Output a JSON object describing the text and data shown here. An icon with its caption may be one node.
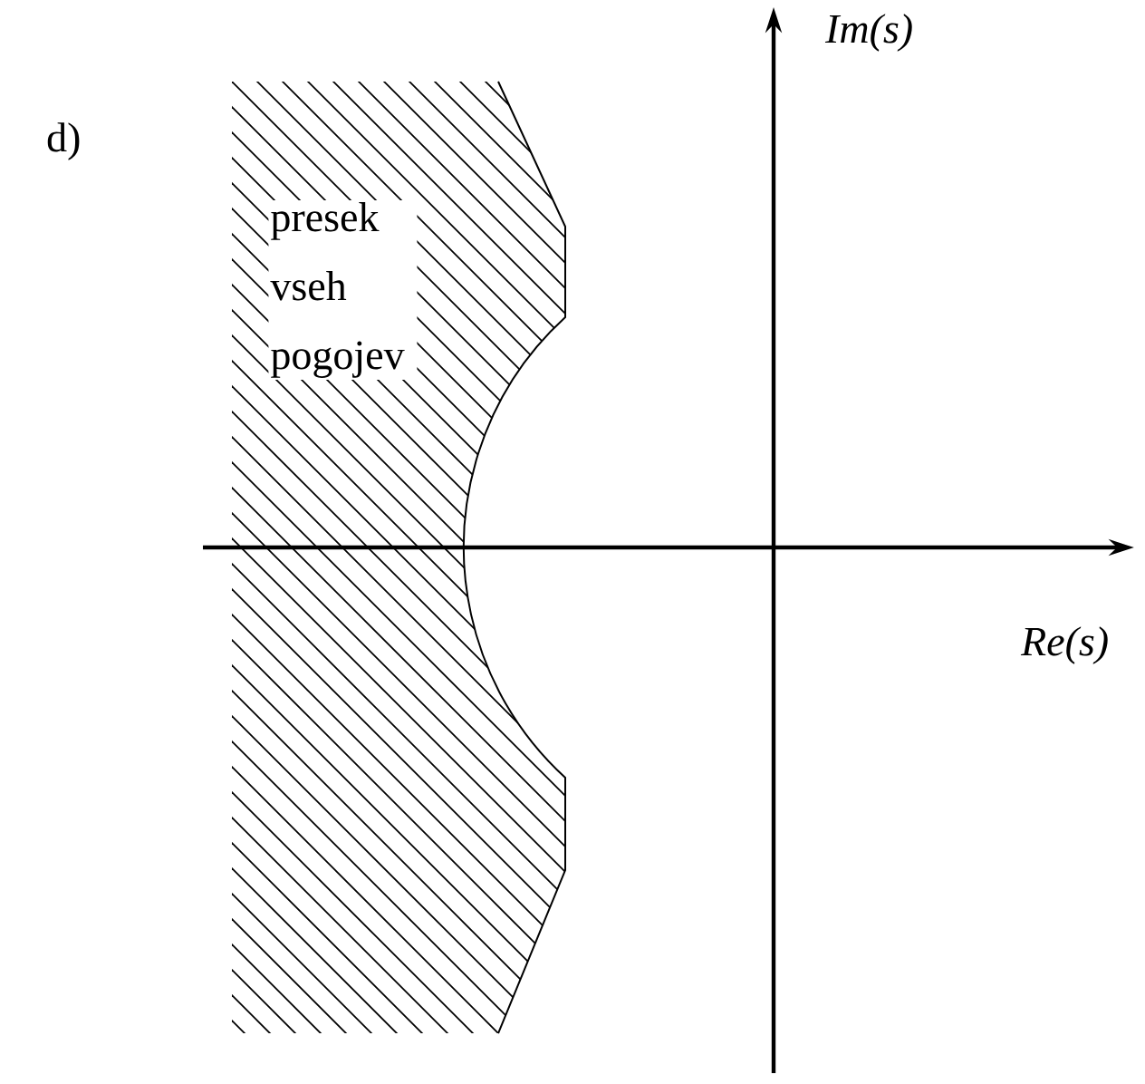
{
  "diagram": {
    "labels": [
      "d)",
      "Im(s)",
      "Re(s)",
      "presek vseh pogojev"
    ]
  }
}
